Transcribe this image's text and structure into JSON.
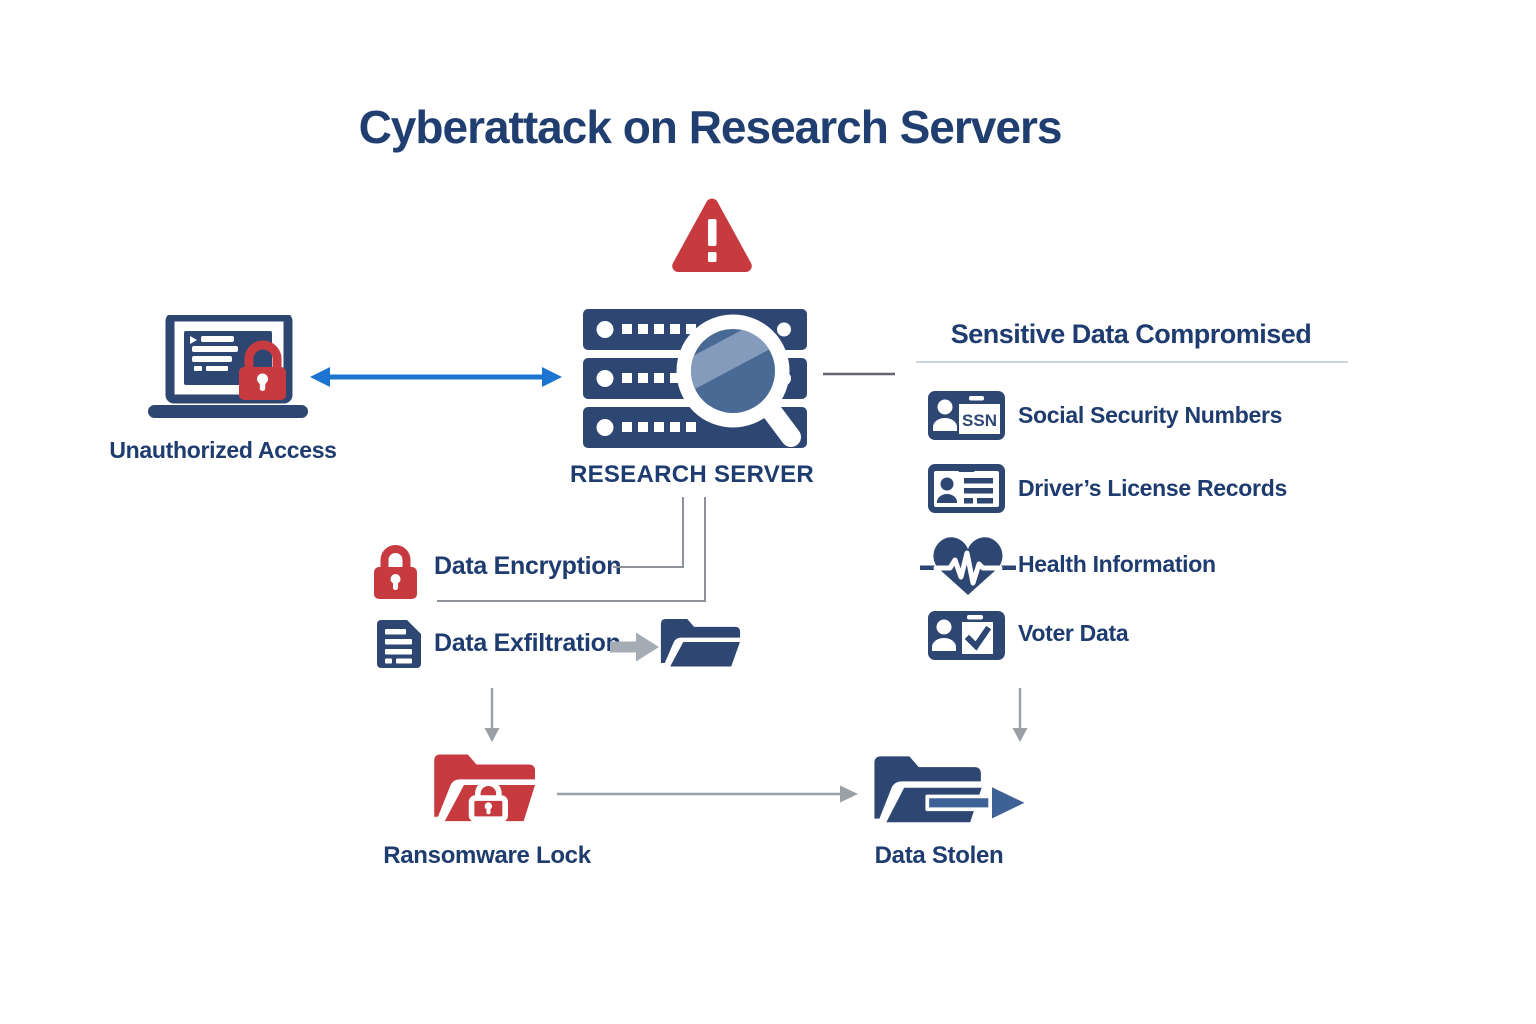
{
  "title": "Cyberattack on Research Servers",
  "nodes": {
    "unauthorized_access": {
      "label": "Unauthorized Access",
      "icon": "laptop-lock-icon"
    },
    "research_server": {
      "label": "RESEARCH SERVER",
      "icon": "server-magnifier-icon"
    },
    "data_encryption": {
      "label": "Data Encryption",
      "icon": "red-padlock-icon"
    },
    "data_exfiltration": {
      "label": "Data Exfiltration",
      "icon": "document-icon"
    },
    "ransomware_lock": {
      "label": "Ransomware Lock",
      "icon": "red-locked-folder-icon"
    },
    "data_stolen": {
      "label": "Data Stolen",
      "icon": "folder-export-icon"
    }
  },
  "sensitive_panel": {
    "heading": "Sensitive Data Compromised",
    "items": [
      {
        "label": "Social Security Numbers",
        "icon": "ssn-card-icon"
      },
      {
        "label": "Driver’s License Records",
        "icon": "drivers-license-icon"
      },
      {
        "label": "Health Information",
        "icon": "health-heart-icon"
      },
      {
        "label": "Voter Data",
        "icon": "voter-card-icon"
      }
    ],
    "ssn_badge_text": "SSN"
  },
  "misc_icons": [
    "warning-triangle-icon",
    "double-arrow-icon",
    "block-arrow-icon"
  ],
  "colors": {
    "navy": "#2e4672",
    "text_blue": "#1e3c6f",
    "red": "#c73b40",
    "bright_blue": "#1c76d1",
    "lens_blue": "#4a6a96",
    "connector_gray": "#97999c"
  }
}
